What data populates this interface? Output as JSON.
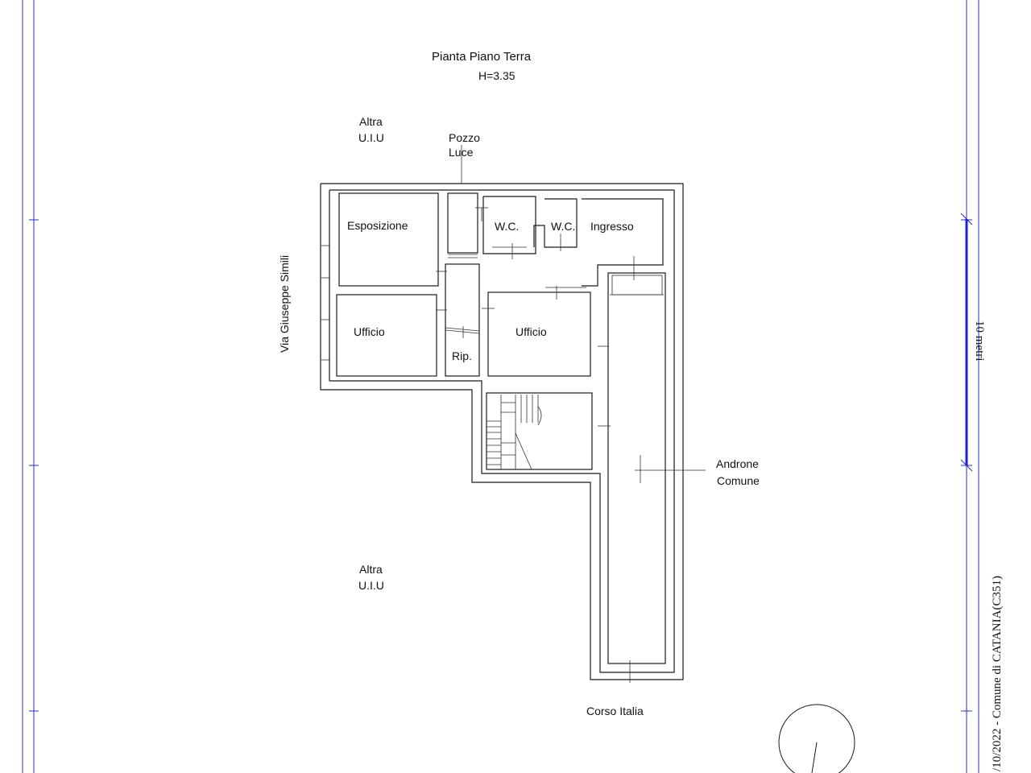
{
  "title": "Pianta Piano Terra",
  "height_label": "H=3.35",
  "labels": {
    "altra_top_1": "Altra",
    "altra_top_2": "U.I.U",
    "pozzo_1": "Pozzo",
    "pozzo_2": "Luce",
    "esposizione": "Esposizione",
    "wc1": "W.C.",
    "wc2": "W.C.",
    "ingresso": "Ingresso",
    "ufficio1": "Ufficio",
    "ufficio2": "Ufficio",
    "rip": "Rip.",
    "androne_1": "Androne",
    "androne_2": "Comune",
    "altra_bottom_1": "Altra",
    "altra_bottom_2": "U.I.U",
    "street_left": "Via Giuseppe Simili",
    "street_bottom": "Corso Italia",
    "scale": "10 metri",
    "stamp": "/10/2022 - Comune di CATANIA(C351)"
  },
  "colors": {
    "frame": "#2a2ad0",
    "wall": "#1a1a1a",
    "text": "#111111"
  }
}
